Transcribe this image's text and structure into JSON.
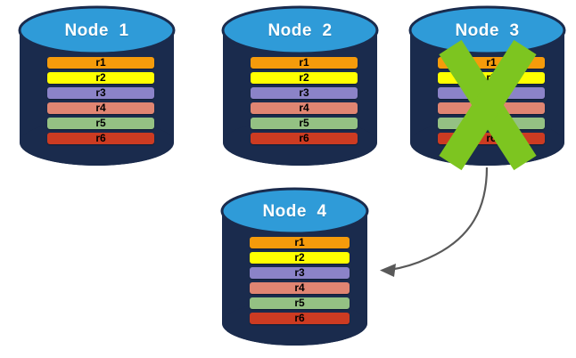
{
  "diagram": {
    "title_text_style": "white-bold",
    "background_color": "#FFFFFF",
    "cylinder_body_color": "#1A2B4D",
    "cylinder_cap_color": "#2F9BD8",
    "cylinder_cap_edge_color": "#1A2B4D",
    "cross_color": "#7DC520",
    "arrow_color": "#595959"
  },
  "row_palette": {
    "r1": "#F59B0B",
    "r2": "#FFFF00",
    "r3": "#8B83C8",
    "r4": "#E08572",
    "r5": "#94C183",
    "r6": "#CC3B22"
  },
  "nodes": [
    {
      "id": "node-1",
      "title": "Node  1",
      "failed": false,
      "rows": [
        {
          "label": "r1",
          "color": "#F59B0B"
        },
        {
          "label": "r2",
          "color": "#FFFF00"
        },
        {
          "label": "r3",
          "color": "#8B83C8"
        },
        {
          "label": "r4",
          "color": "#E08572"
        },
        {
          "label": "r5",
          "color": "#94C183"
        },
        {
          "label": "r6",
          "color": "#CC3B22"
        }
      ]
    },
    {
      "id": "node-2",
      "title": "Node  2",
      "failed": false,
      "rows": [
        {
          "label": "r1",
          "color": "#F59B0B"
        },
        {
          "label": "r2",
          "color": "#FFFF00"
        },
        {
          "label": "r3",
          "color": "#8B83C8"
        },
        {
          "label": "r4",
          "color": "#E08572"
        },
        {
          "label": "r5",
          "color": "#94C183"
        },
        {
          "label": "r6",
          "color": "#CC3B22"
        }
      ]
    },
    {
      "id": "node-3",
      "title": "Node  3",
      "failed": true,
      "rows": [
        {
          "label": "r1",
          "color": "#F59B0B"
        },
        {
          "label": "r2",
          "color": "#FFFF00"
        },
        {
          "label": "r3",
          "color": "#8B83C8"
        },
        {
          "label": "r4",
          "color": "#E08572"
        },
        {
          "label": "r5",
          "color": "#94C183"
        },
        {
          "label": "r6",
          "color": "#CC3B22"
        }
      ]
    },
    {
      "id": "node-4",
      "title": "Node  4",
      "failed": false,
      "rows": [
        {
          "label": "r1",
          "color": "#F59B0B"
        },
        {
          "label": "r2",
          "color": "#FFFF00"
        },
        {
          "label": "r3",
          "color": "#8B83C8"
        },
        {
          "label": "r4",
          "color": "#E08572"
        },
        {
          "label": "r5",
          "color": "#94C183"
        },
        {
          "label": "r6",
          "color": "#CC3B22"
        }
      ]
    }
  ]
}
